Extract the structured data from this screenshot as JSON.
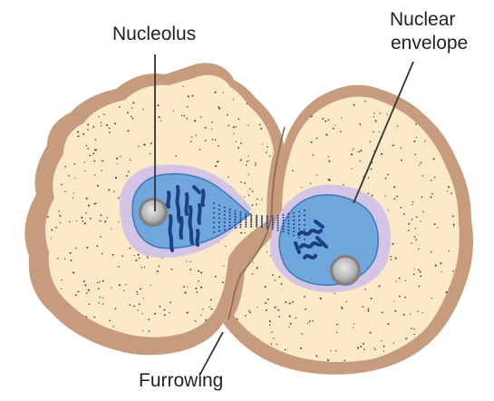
{
  "labels": {
    "nucleolus": "Nucleolus",
    "nuclear_envelope_line1": "Nuclear",
    "nuclear_envelope_line2": "envelope",
    "furrowing": "Furrowing"
  },
  "colors": {
    "background": "#ffffff",
    "cell_outer": "#c69c7d",
    "cytoplasm": "#fbe9c8",
    "stipple": "#5a4a3a",
    "nucleus_halo": "#d4c4e6",
    "nucleus": "#6fa6dc",
    "nucleus_edge": "#3f78b8",
    "chromosome": "#1d3f86",
    "nucleolus": "#b9b9b9",
    "leader_line": "#333333"
  }
}
